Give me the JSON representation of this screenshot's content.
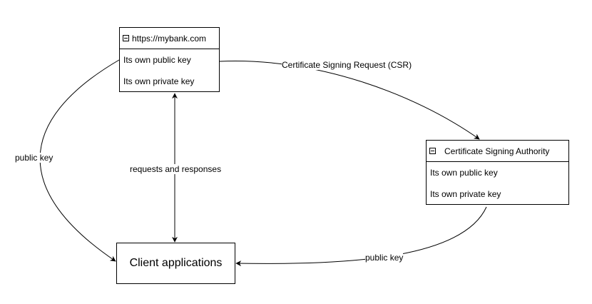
{
  "nodes": {
    "mybank": {
      "title": "https://mybank.com",
      "rows": [
        "Its own public key",
        "Its own private key"
      ]
    },
    "csa": {
      "title": "Certificate Signing Authority",
      "rows": [
        "Its own public key",
        "Its own private key"
      ]
    },
    "client": {
      "label": "Client applications"
    }
  },
  "edges": {
    "csr": "Certificate Signing Request (CSR)",
    "requests": "requests and responses",
    "bank_pubkey": "public key",
    "csa_pubkey": "public key"
  }
}
